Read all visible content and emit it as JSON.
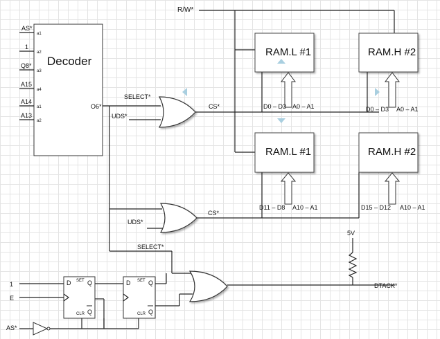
{
  "decoder": {
    "title": "Decoder",
    "inputs": [
      {
        "label": "AS*",
        "pin": "a1"
      },
      {
        "label": "1",
        "pin": "a2"
      },
      {
        "label": "Q8*",
        "pin": "a3"
      },
      {
        "label": "A15",
        "pin": "a4"
      },
      {
        "label": "A14",
        "pin": "a1"
      },
      {
        "label": "A13",
        "pin": "a2"
      }
    ],
    "output": "O6*"
  },
  "signals": {
    "rw": "R/W*",
    "select_top": "SELECT*",
    "uds_top": "UDS*",
    "cs_top": "CS*",
    "uds_bottom": "UDS*",
    "cs_bottom": "CS*",
    "select_bottom": "SELECT*",
    "vcc": "5V",
    "dtack": "DTACK*",
    "ff_in_one": "1",
    "ff_in_e": "E",
    "as_in": "AS*"
  },
  "rams": [
    {
      "title": "RAM.L #1",
      "data": "D0 – D3",
      "addr": "A0 – A1"
    },
    {
      "title": "RAM.H #2",
      "data": "D0 – D3",
      "addr": "A0 – A1"
    },
    {
      "title": "RAM.L #1",
      "data": "D11 – D8",
      "addr": "A10 – A1"
    },
    {
      "title": "RAM.H #2",
      "data": "D15 – D12",
      "addr": "A10 – A1"
    }
  ],
  "flipflops": [
    {
      "d": "D",
      "set": "SET",
      "q": "Q",
      "clr": "CLR",
      "qbar": "Q"
    },
    {
      "d": "D",
      "set": "SET",
      "q": "Q",
      "clr": "CLR",
      "qbar": "Q"
    }
  ]
}
